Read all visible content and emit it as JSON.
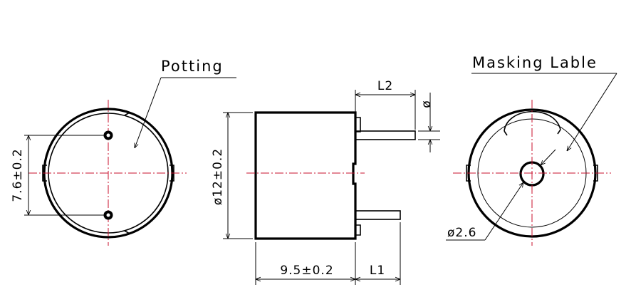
{
  "front_view": {
    "callout": "Potting",
    "pin_spacing_dim": "7.6±0.2"
  },
  "side_view": {
    "diameter_dim": "ø12±0.2",
    "body_length_dim": "9.5±0.2",
    "lead_length_dim": "L1",
    "lead_offset_dim": "L2",
    "lead_diameter_dim": "ø"
  },
  "back_view": {
    "callout": "Masking Lable",
    "hole_dim": "ø2.6"
  },
  "colors": {
    "outline": "#000000",
    "centerline": "#c8102e"
  }
}
